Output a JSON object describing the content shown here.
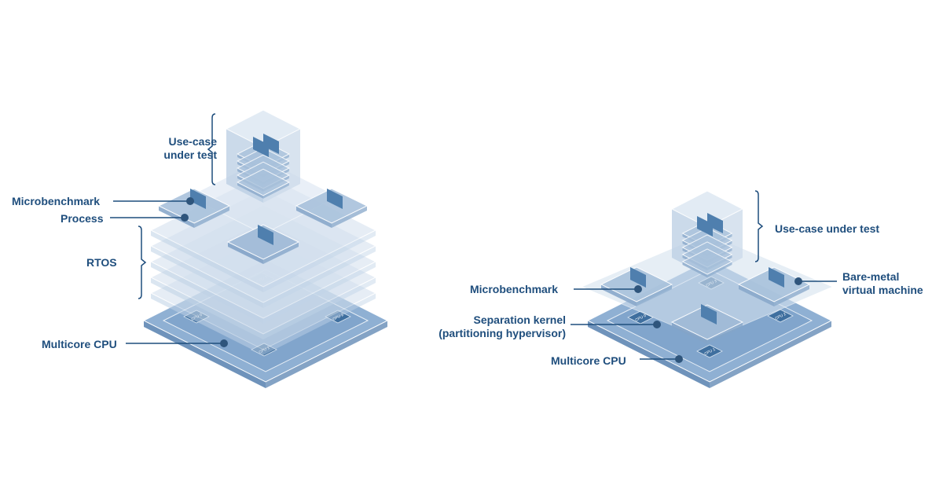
{
  "colors": {
    "label": "#1f4e7d",
    "board": "#8fb0d3",
    "layer": "#c9d9ea",
    "accent": "#4f7fae"
  },
  "left_diagram": {
    "use_case": "Use-case\nunder test",
    "microbenchmark": "Microbenchmark",
    "process": "Process",
    "rtos": "RTOS",
    "multicore_cpu": "Multicore CPU",
    "cores": [
      "CPU 0",
      "CPU 1",
      "CPU 2",
      "CPU 3"
    ]
  },
  "right_diagram": {
    "use_case": "Use-case under test",
    "microbenchmark": "Microbenchmark",
    "bare_metal_vm": "Bare-metal\nvirtual machine",
    "separation_kernel": "Separation kernel\n(partitioning hypervisor)",
    "multicore_cpu": "Multicore CPU",
    "cores": [
      "CPU 0",
      "CPU 1",
      "CPU 2",
      "CPU 3"
    ]
  }
}
